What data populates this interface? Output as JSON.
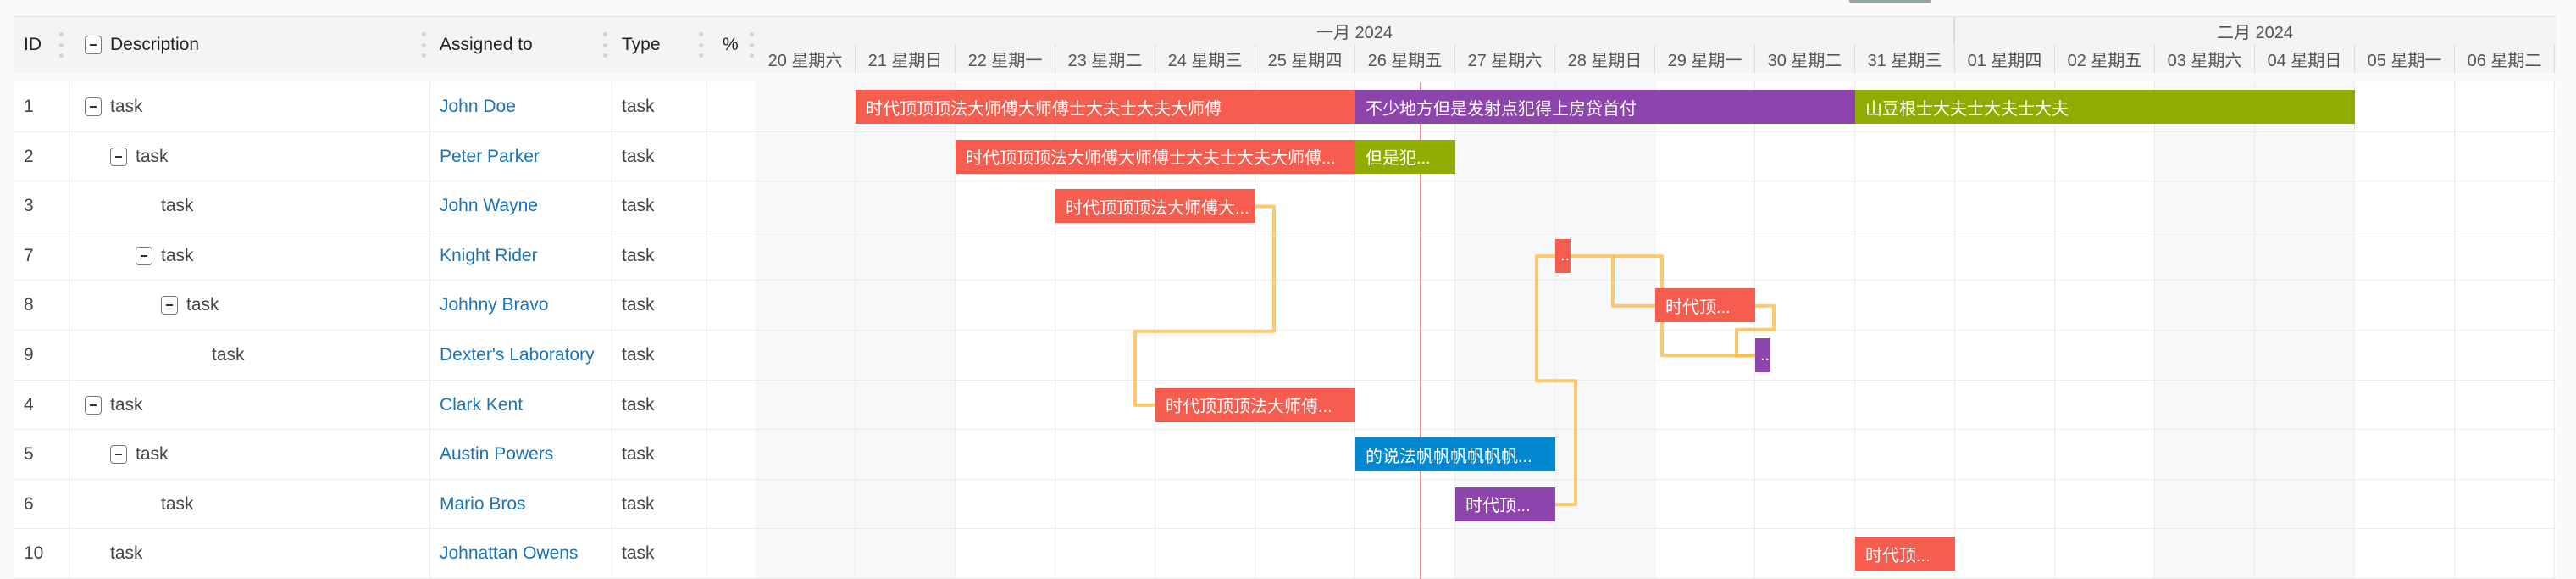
{
  "grid": {
    "columns": [
      {
        "key": "id",
        "label": "ID"
      },
      {
        "key": "description",
        "label": "Description"
      },
      {
        "key": "assigned",
        "label": "Assigned to"
      },
      {
        "key": "type",
        "label": "Type"
      },
      {
        "key": "percent",
        "label": "%"
      }
    ],
    "rows": [
      {
        "id": "1",
        "description": "task",
        "level": 0,
        "toggle": true,
        "assigned": "John Doe",
        "type": "task",
        "percent": ""
      },
      {
        "id": "2",
        "description": "task",
        "level": 1,
        "toggle": true,
        "assigned": "Peter Parker",
        "type": "task",
        "percent": ""
      },
      {
        "id": "3",
        "description": "task",
        "level": 2,
        "toggle": false,
        "assigned": "John Wayne",
        "type": "task",
        "percent": ""
      },
      {
        "id": "7",
        "description": "task",
        "level": 2,
        "toggle": true,
        "assigned": "Knight Rider",
        "type": "task",
        "percent": ""
      },
      {
        "id": "8",
        "description": "task",
        "level": 3,
        "toggle": true,
        "assigned": "Johhny Bravo",
        "type": "task",
        "percent": ""
      },
      {
        "id": "9",
        "description": "task",
        "level": 4,
        "toggle": false,
        "assigned": "Dexter's Laboratory",
        "type": "task",
        "percent": ""
      },
      {
        "id": "4",
        "description": "task",
        "level": 0,
        "toggle": true,
        "assigned": "Clark Kent",
        "type": "task",
        "percent": ""
      },
      {
        "id": "5",
        "description": "task",
        "level": 1,
        "toggle": true,
        "assigned": "Austin Powers",
        "type": "task",
        "percent": ""
      },
      {
        "id": "6",
        "description": "task",
        "level": 2,
        "toggle": false,
        "assigned": "Mario Bros",
        "type": "task",
        "percent": ""
      },
      {
        "id": "10",
        "description": "task",
        "level": 0,
        "toggle": false,
        "assigned": "Johnattan Owens",
        "type": "task",
        "percent": ""
      }
    ]
  },
  "timeline": {
    "months": [
      {
        "label": "一月 2024",
        "start": 0,
        "days": 12
      },
      {
        "label": "二月 2024",
        "start": 12,
        "days": 6
      }
    ],
    "days": [
      {
        "label": "20 星期六",
        "weekend": true
      },
      {
        "label": "21 星期日",
        "weekend": true
      },
      {
        "label": "22 星期一",
        "weekend": false
      },
      {
        "label": "23 星期二",
        "weekend": false
      },
      {
        "label": "24 星期三",
        "weekend": false
      },
      {
        "label": "25 星期四",
        "weekend": false
      },
      {
        "label": "26 星期五",
        "weekend": false
      },
      {
        "label": "27 星期六",
        "weekend": true
      },
      {
        "label": "28 星期日",
        "weekend": true
      },
      {
        "label": "29 星期一",
        "weekend": false
      },
      {
        "label": "30 星期二",
        "weekend": false
      },
      {
        "label": "31 星期三",
        "weekend": false
      },
      {
        "label": "01 星期四",
        "weekend": false
      },
      {
        "label": "02 星期五",
        "weekend": false
      },
      {
        "label": "03 星期六",
        "weekend": true
      },
      {
        "label": "04 星期日",
        "weekend": true
      },
      {
        "label": "05 星期一",
        "weekend": false
      },
      {
        "label": "06 星期二",
        "weekend": false
      }
    ],
    "today_offset_days": 6.64,
    "bars": [
      {
        "row": 0,
        "start": 1,
        "end": 6,
        "color": "#f65d4f",
        "text": "时代顶顶顶法大师傅大师傅士大夫士大夫大师傅"
      },
      {
        "row": 0,
        "start": 6,
        "end": 11,
        "color": "#8e44ad",
        "text": "不少地方但是发射点犯得上房贷首付"
      },
      {
        "row": 0,
        "start": 11,
        "end": 16,
        "color": "#8fad00",
        "text": "山豆根士大夫士大夫士大夫"
      },
      {
        "row": 1,
        "start": 2,
        "end": 6,
        "color": "#f65d4f",
        "text": "时代顶顶顶法大师傅大师傅士大夫士大夫大师傅..."
      },
      {
        "row": 1,
        "start": 6,
        "end": 7,
        "color": "#8fad00",
        "text": "但是犯..."
      },
      {
        "row": 2,
        "start": 3,
        "end": 5,
        "color": "#f65d4f",
        "text": "时代顶顶顶法大师傅大..."
      },
      {
        "row": 3,
        "start": 8,
        "end": 8.15,
        "color": "#f65d4f",
        "text": "..."
      },
      {
        "row": 4,
        "start": 9,
        "end": 10,
        "color": "#f65d4f",
        "text": "时代顶..."
      },
      {
        "row": 5,
        "start": 10,
        "end": 10.15,
        "color": "#8e44ad",
        "text": "..."
      },
      {
        "row": 6,
        "start": 4,
        "end": 6,
        "color": "#f65d4f",
        "text": "时代顶顶顶法大师傅..."
      },
      {
        "row": 7,
        "start": 6,
        "end": 8,
        "color": "#0288d1",
        "text": "的说法帆帆帆帆帆帆..."
      },
      {
        "row": 8,
        "start": 7,
        "end": 8,
        "color": "#8e44ad",
        "text": "时代顶..."
      },
      {
        "row": 9,
        "start": 11,
        "end": 12,
        "color": "#f65d4f",
        "text": "时代顶..."
      }
    ],
    "link_color": "#fdb73d"
  }
}
